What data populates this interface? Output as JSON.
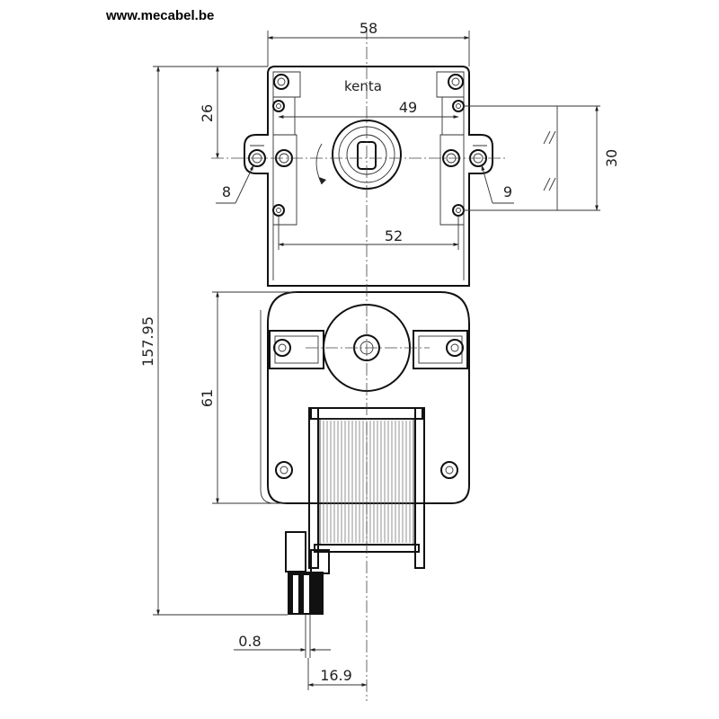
{
  "header": {
    "website": "www.mecabel.be"
  },
  "brand": "kenta",
  "dimensions": {
    "total_width": "58",
    "hole_spacing_top": "49",
    "hole_spacing_bottom": "52",
    "mount_offset": "26",
    "mount_height": "30",
    "left_hole_diameter": "8",
    "right_hole_diameter": "9",
    "total_height": "157.95",
    "coil_height": "61",
    "terminal_thickness": "0.8",
    "terminal_offset": "16.9"
  }
}
